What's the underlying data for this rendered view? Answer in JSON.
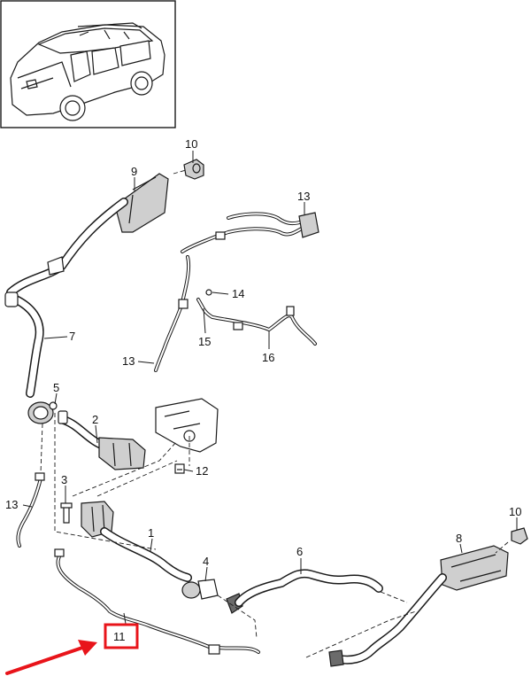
{
  "callouts": {
    "c1": "1",
    "c2": "2",
    "c3": "3",
    "c4": "4",
    "c5": "5",
    "c6": "6",
    "c7": "7",
    "c8": "8",
    "c9": "9",
    "c10a": "10",
    "c10b": "10",
    "c11": "11",
    "c12": "12",
    "c13a": "13",
    "c13b": "13",
    "c13c": "13",
    "c14": "14",
    "c15": "15",
    "c16": "16"
  },
  "highlight": {
    "color": "#e8141a",
    "target": "11"
  },
  "icons": {
    "vehicle": "suv-thumbnail-icon",
    "arrow": "red-pointer-arrow-icon"
  }
}
